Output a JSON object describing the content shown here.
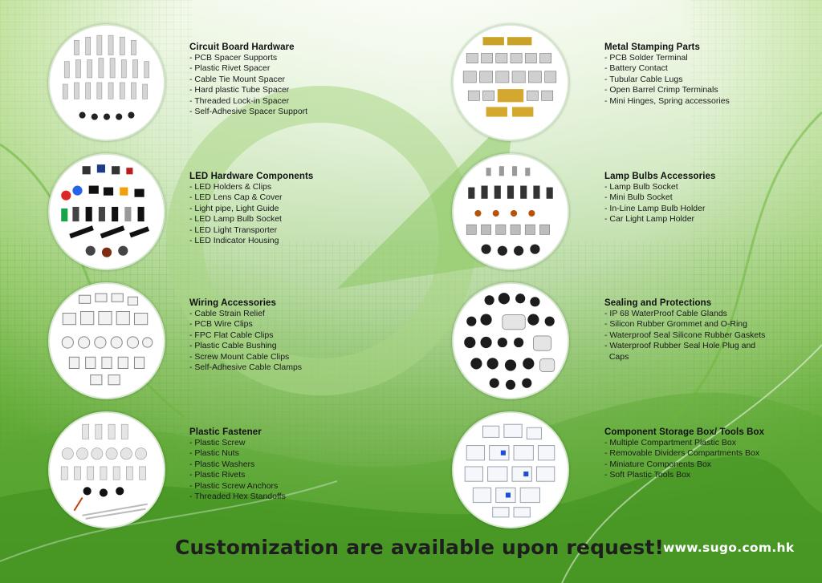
{
  "palette": {
    "background_light": "#ffffff",
    "green_mid": "#7cc24a",
    "green_dark": "#3f8f1f",
    "title_text": "#111111",
    "website_text": "#ffffff"
  },
  "categories": [
    {
      "title": "Circuit Board Hardware",
      "thumb_icon": "pcb-spacer-thumbnail-icon",
      "items": [
        "- PCB Spacer Supports",
        "- Plastic Rivet Spacer",
        "- Cable Tie Mount Spacer",
        "- Hard plastic Tube Spacer",
        "- Threaded Lock-in Spacer",
        "- Self-Adhesive Spacer Support"
      ]
    },
    {
      "title": "LED Hardware Components",
      "thumb_icon": "led-hardware-thumbnail-icon",
      "items": [
        "- LED Holders & Clips",
        "- LED Lens Cap & Cover",
        "- Light pipe, Light Guide",
        "- LED Lamp Bulb Socket",
        "- LED Light Transporter",
        "- LED Indicator Housing"
      ]
    },
    {
      "title": "Wiring Accessories",
      "thumb_icon": "wiring-accessories-thumbnail-icon",
      "items": [
        "- Cable Strain Relief",
        "- PCB Wire Clips",
        "- FPC Flat Cable Clips",
        "- Plastic Cable Bushing",
        "- Screw Mount Cable Clips",
        "- Self-Adhesive Cable Clamps"
      ]
    },
    {
      "title": "Plastic Fastener",
      "thumb_icon": "plastic-fastener-thumbnail-icon",
      "items": [
        "- Plastic Screw",
        "- Plastic Nuts",
        "- Plastic Washers",
        "- Plastic Rivets",
        "- Plastic Screw Anchors",
        "- Threaded Hex Standoffs"
      ]
    },
    {
      "title": "Metal Stamping Parts",
      "thumb_icon": "metal-stamping-thumbnail-icon",
      "items": [
        "- PCB Solder Terminal",
        "- Battery Contact",
        "- Tubular Cable Lugs",
        "- Open Barrel Crimp Terminals",
        "- Mini Hinges, Spring accessories"
      ]
    },
    {
      "title": "Lamp Bulbs Accessories",
      "thumb_icon": "lamp-bulb-thumbnail-icon",
      "items": [
        "- Lamp Bulb Socket",
        "- Mini Bulb Socket",
        "- In-Line Lamp Bulb Holder",
        "- Car Light Lamp Holder"
      ]
    },
    {
      "title": "Sealing and Protections",
      "thumb_icon": "sealing-grommet-thumbnail-icon",
      "items": [
        "- IP 68 WaterProof Cable Glands",
        "- Silicon Rubber Grommet and O-Ring",
        "- Waterproof Seal Silicone Rubber Gaskets",
        "- Waterproof Rubber Seal Hole Plug and",
        "  Caps"
      ]
    },
    {
      "title": "Component Storage Box/ Tools Box",
      "thumb_icon": "storage-box-thumbnail-icon",
      "items": [
        "- Multiple Compartment Plastic Box",
        "- Removable Dividers Compartments Box",
        "- Miniature Components Box",
        "- Soft Plastic Tools Box"
      ]
    }
  ],
  "footer": {
    "tagline": "Customization are available upon request!",
    "website": "www.sugo.com.hk"
  }
}
